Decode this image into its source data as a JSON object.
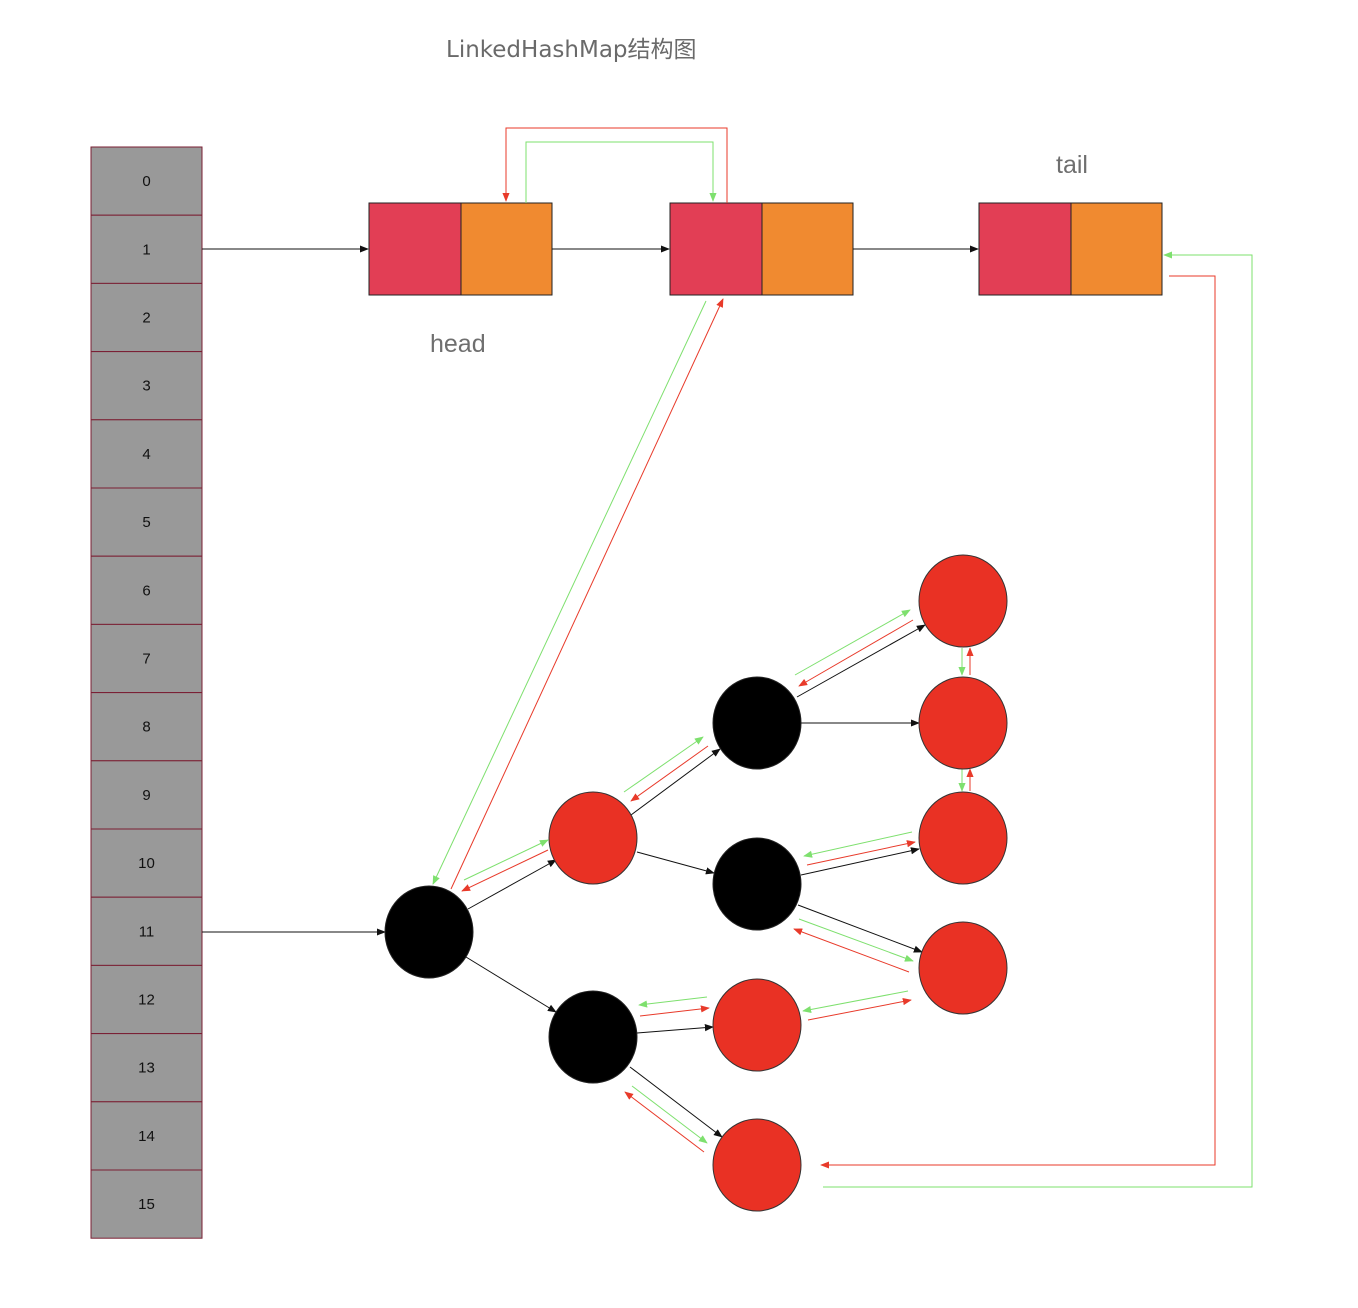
{
  "title": "LinkedHashMap结构图",
  "labels": {
    "head": "head",
    "tail": "tail"
  },
  "buckets": [
    "0",
    "1",
    "2",
    "3",
    "4",
    "5",
    "6",
    "7",
    "8",
    "9",
    "10",
    "11",
    "12",
    "13",
    "14",
    "15"
  ],
  "colors": {
    "bucket_fill": "#999999",
    "bucket_border": "#7a1f33",
    "entry_key": "#e23e55",
    "entry_value": "#f08a30",
    "red_node": "#e93124",
    "black_node": "#000000",
    "before_link": "#e83a2a",
    "after_link": "#7ee06e",
    "pointer": "#111111"
  }
}
